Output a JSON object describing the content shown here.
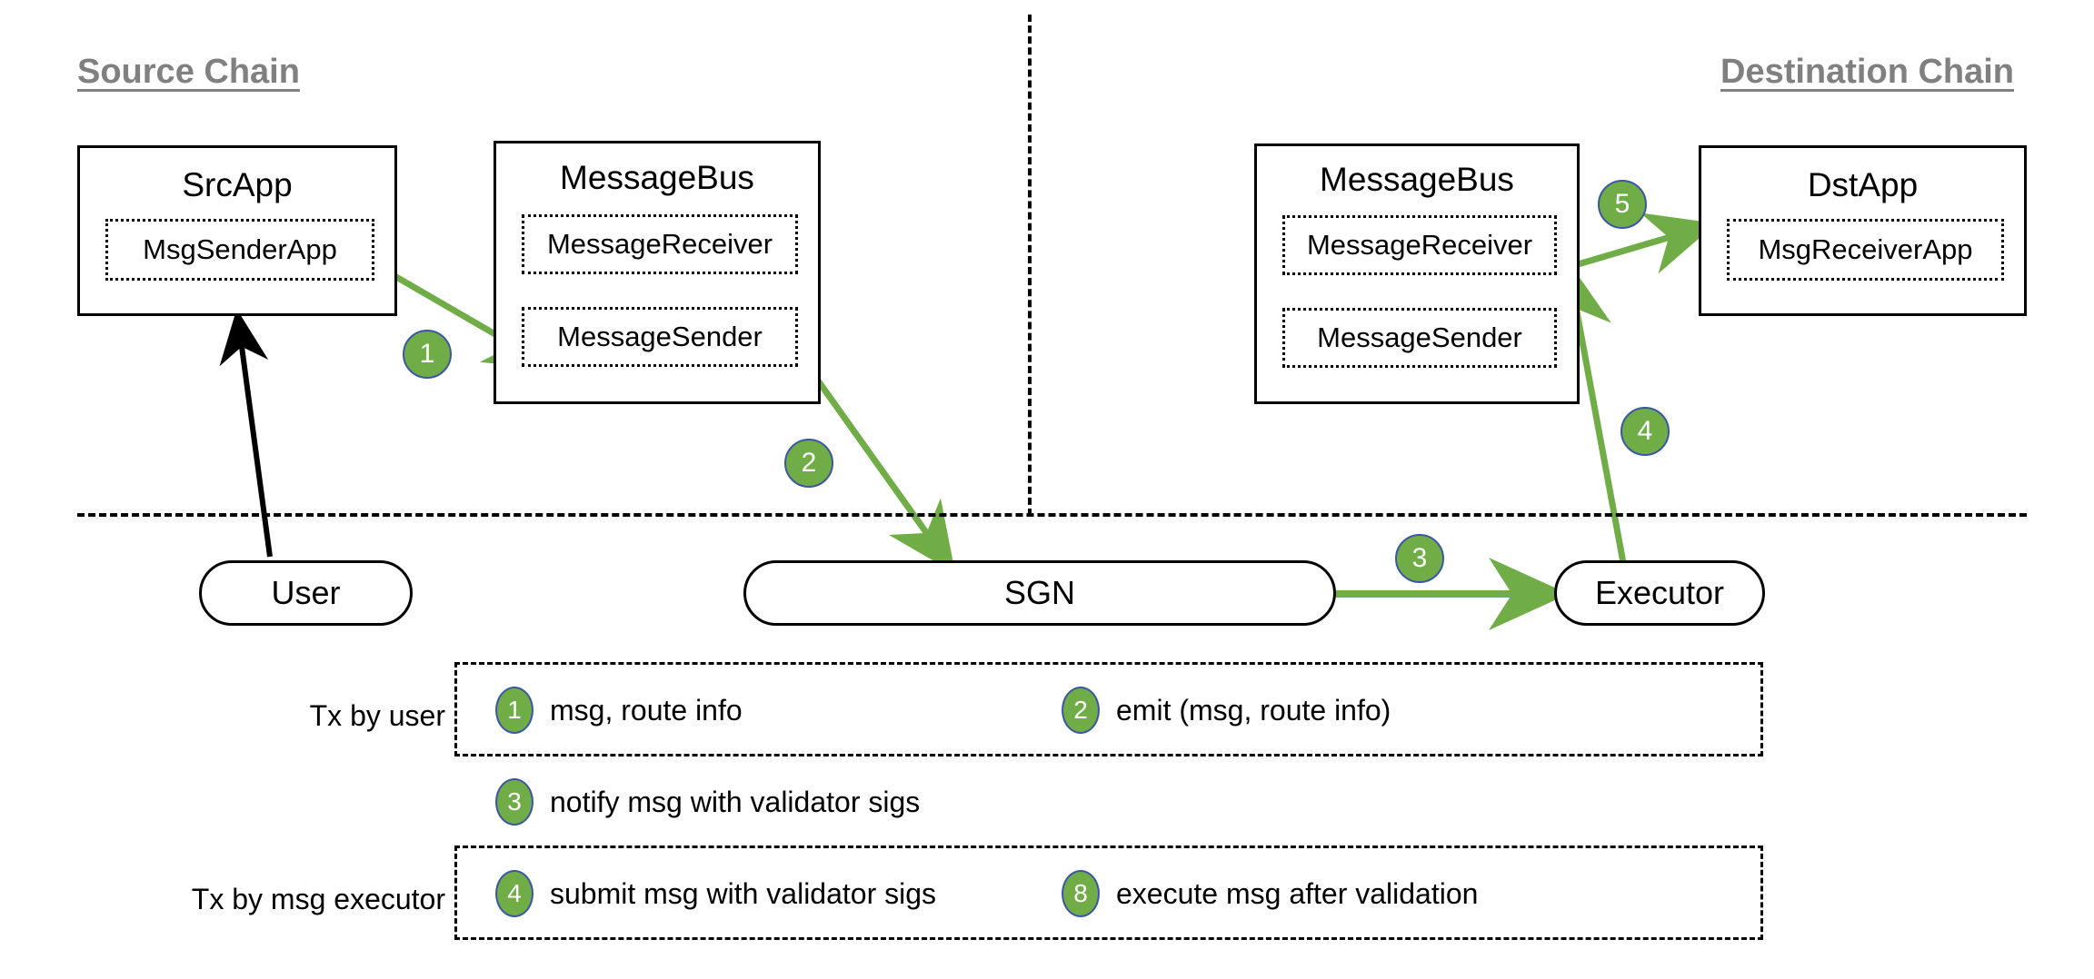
{
  "diagram": {
    "title_source": "Source Chain",
    "title_destination": "Destination Chain",
    "accent_green": "#70AD47",
    "badge_border": "#3A56A5",
    "heading_gray": "#808080"
  },
  "source_chain": {
    "src_app": {
      "title": "SrcApp",
      "inner": "MsgSenderApp"
    },
    "message_bus": {
      "title": "MessageBus",
      "receiver": "MessageReceiver",
      "sender": "MessageSender"
    }
  },
  "destination_chain": {
    "message_bus": {
      "title": "MessageBus",
      "receiver": "MessageReceiver",
      "sender": "MessageSender"
    },
    "dst_app": {
      "title": "DstApp",
      "inner": "MsgReceiverApp"
    }
  },
  "offchain": {
    "user": "User",
    "sgn": "SGN",
    "executor": "Executor"
  },
  "flow_badges": [
    {
      "n": "1"
    },
    {
      "n": "2"
    },
    {
      "n": "3"
    },
    {
      "n": "4"
    },
    {
      "n": "5"
    }
  ],
  "legend": {
    "row1_label": "Tx by user",
    "row2_label": "Tx by msg executor",
    "items": [
      {
        "n": "1",
        "text": "msg, route info"
      },
      {
        "n": "2",
        "text": "emit (msg, route info)"
      },
      {
        "n": "3",
        "text": "notify msg with validator sigs"
      },
      {
        "n": "4",
        "text": "submit msg with validator sigs"
      },
      {
        "n": "8",
        "text": "execute msg after validation"
      }
    ]
  }
}
